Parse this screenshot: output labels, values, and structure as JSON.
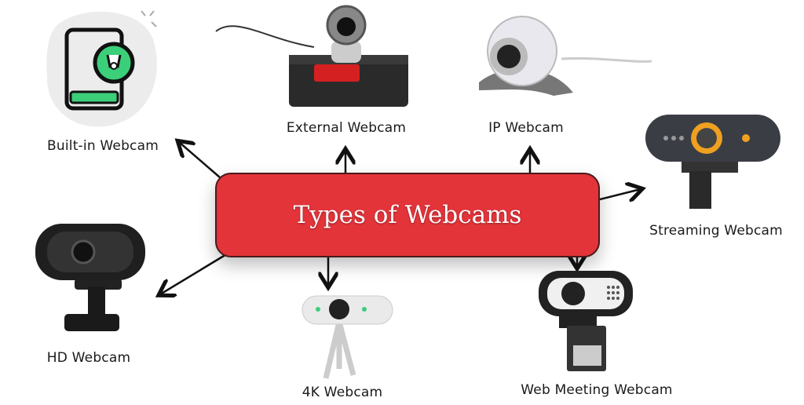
{
  "title": "Types of Webcams",
  "nodes": {
    "builtin": "Built-in Webcam",
    "external": "External Webcam",
    "ip": "IP Webcam",
    "streaming": "Streaming Webcam",
    "hd": "HD Webcam",
    "k4": "4K Webcam",
    "meeting": "Web Meeting Webcam"
  },
  "colors": {
    "center": "#e3343a",
    "accent_green": "#3ccf7a",
    "accent_orange": "#f0a020"
  }
}
